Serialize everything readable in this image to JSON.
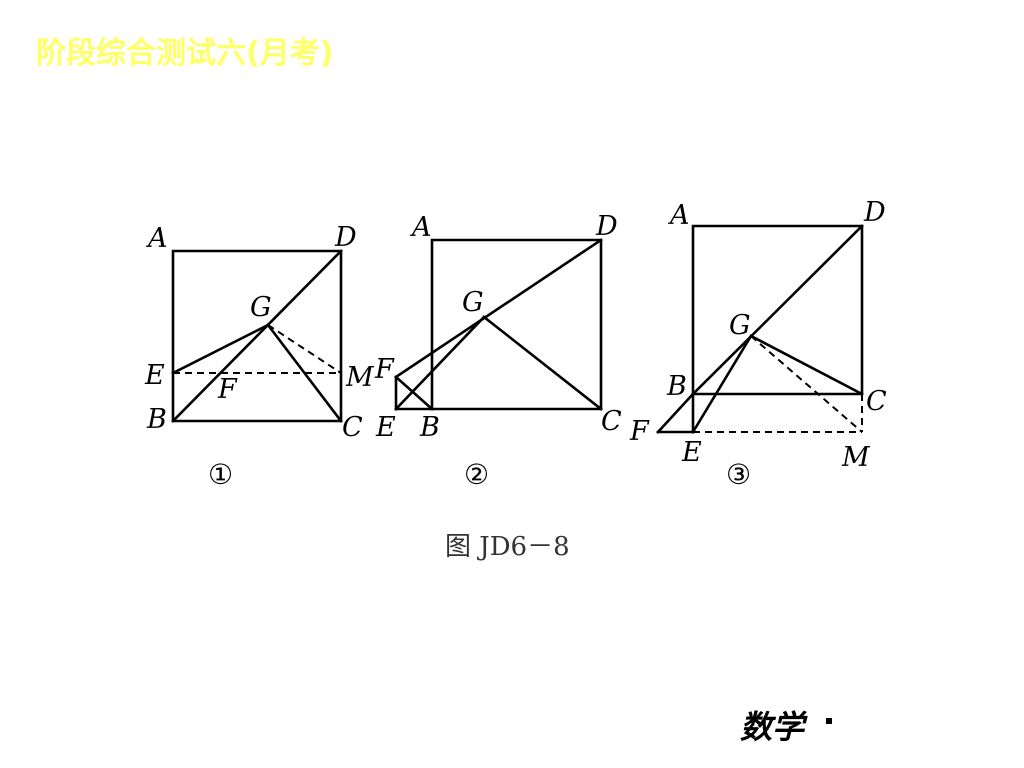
{
  "header": {
    "title": "阶段综合测试六(月考)"
  },
  "figure": {
    "caption": "图 JD6－8",
    "panels": [
      {
        "number": "①",
        "labels": {
          "A": "A",
          "D": "D",
          "G": "G",
          "E": "E",
          "F": "F",
          "M": "M",
          "B": "B",
          "C": "C"
        }
      },
      {
        "number": "②",
        "labels": {
          "A": "A",
          "D": "D",
          "G": "G",
          "F": "F",
          "E": "E",
          "B": "B",
          "C": "C"
        }
      },
      {
        "number": "③",
        "labels": {
          "A": "A",
          "D": "D",
          "G": "G",
          "B": "B",
          "C": "C",
          "F": "F",
          "E": "E",
          "M": "M"
        }
      }
    ]
  },
  "footer": {
    "subject": "数学"
  }
}
